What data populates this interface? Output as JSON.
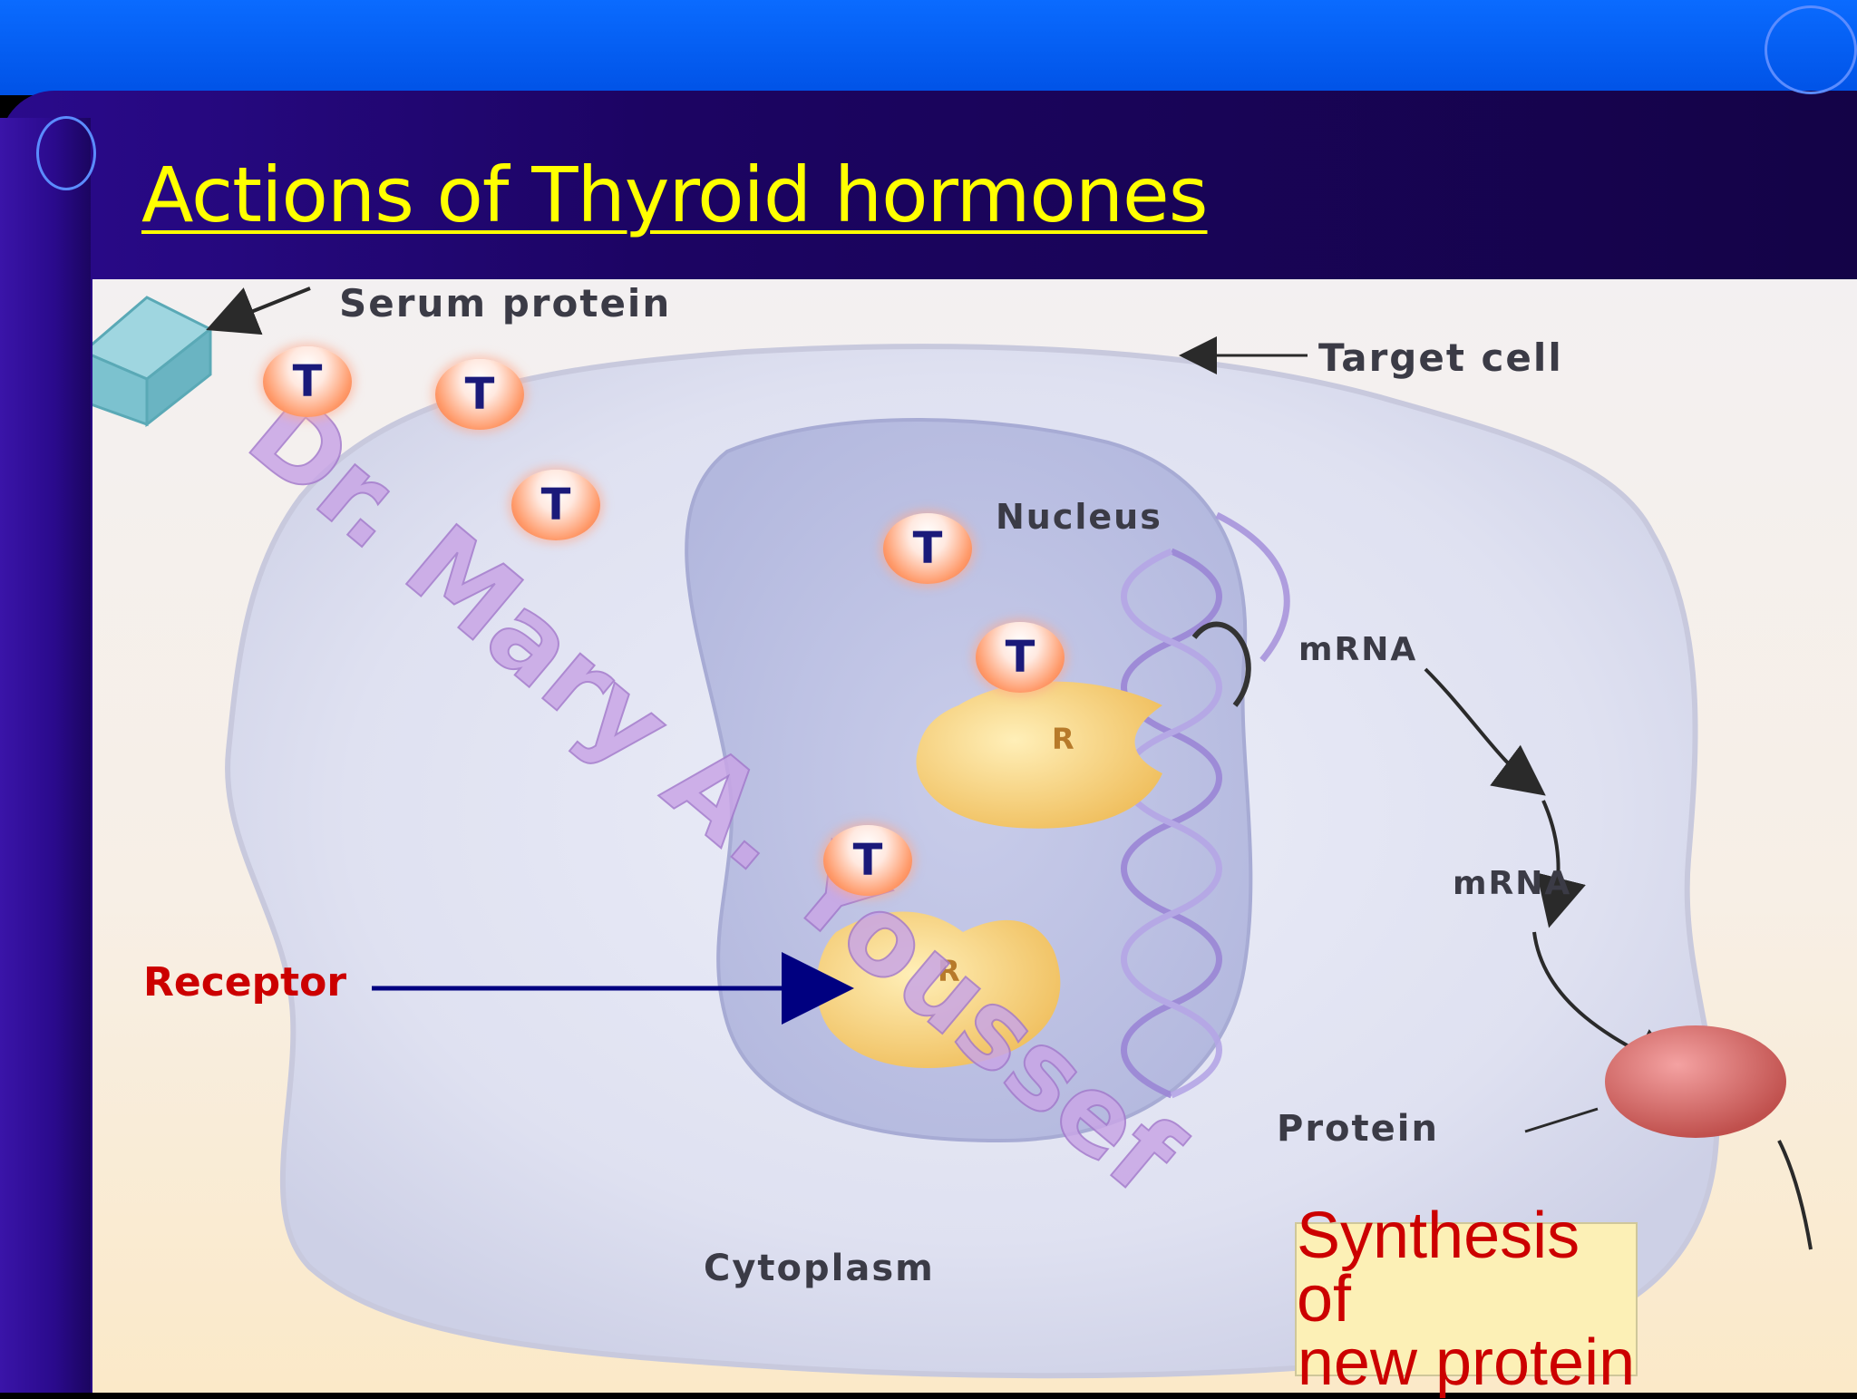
{
  "slide": {
    "title": "Actions of Thyroid hormones"
  },
  "diagram": {
    "labels": {
      "serum_protein": "Serum protein",
      "target_cell": "Target cell",
      "nucleus": "Nucleus",
      "mrna_1": "mRNA",
      "mrna_2": "mRNA",
      "protein": "Protein",
      "cytoplasm": "Cytoplasm"
    },
    "hormone_symbol": "T",
    "receptor_symbol": "R",
    "receptor_callout": "Receptor",
    "synthesis_line1": "Synthesis of",
    "synthesis_line2": "new protein",
    "watermark": "Dr. Mary A. Youssef"
  },
  "colors": {
    "title": "#ffff00",
    "callout_text": "#cc0000",
    "arrow": "#000080",
    "top_band": "#0a6bff",
    "slide_body": "#1c0463"
  }
}
